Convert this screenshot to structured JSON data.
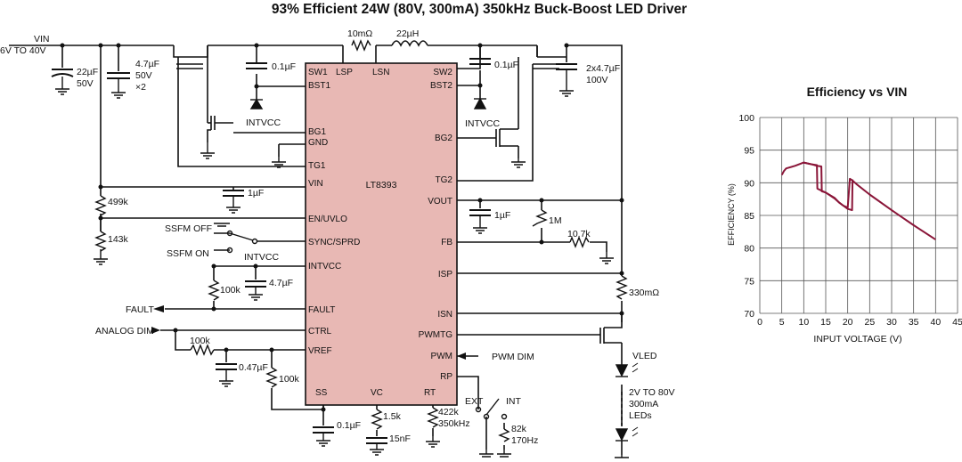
{
  "title": "93% Efficient 24W (80V, 300mA) 350kHz Buck-Boost LED Driver",
  "ic": {
    "name": "LT8393",
    "left_pins": [
      "SW1",
      "LSP",
      "LSN",
      "BST1",
      "BG1",
      "GND",
      "TG1",
      "VIN",
      "EN/UVLO",
      "SYNC/SPRD",
      "INTVCC",
      "FAULT",
      "CTRL",
      "VREF",
      "SS",
      "VC",
      "RT"
    ],
    "right_pins": [
      "SW2",
      "BST2",
      "BG2",
      "TG2",
      "VOUT",
      "FB",
      "ISP",
      "ISN",
      "PWMTG",
      "PWM",
      "RP"
    ]
  },
  "labels": {
    "vin": "VIN",
    "vin_range": "6V TO 40V",
    "c_in1": "22µF",
    "c_in1b": "50V",
    "c_in2": "4.7µF",
    "c_in2b": "50V",
    "c_in2c": "×2",
    "r_sense": "10mΩ",
    "inductor": "22µH",
    "c_bst1": "0.1µF",
    "c_bst2": "0.1µF",
    "intvcc1": "INTVCC",
    "intvcc2": "INTVCC",
    "intvcc3": "INTVCC",
    "c_out": "2x4.7µF",
    "c_outb": "100V",
    "c_vin": "1µF",
    "r_uv1": "499k",
    "r_uv2": "143k",
    "ssfm_off": "SSFM OFF",
    "ssfm_on": "SSFM ON",
    "r_fault": "100k",
    "c_intvcc": "4.7µF",
    "fault": "FAULT",
    "analog_dim": "ANALOG DIM",
    "r_ctrl": "100k",
    "c_vref": "0.47µF",
    "r_vref": "100k",
    "c_ss": "0.1µF",
    "r_vc": "1.5k",
    "c_vc": "15nF",
    "r_rt": "422k",
    "f_rt": "350kHz",
    "c_vout": "1µF",
    "r_fb1": "1M",
    "r_fb2": "10.7k",
    "r_led": "330mΩ",
    "pwm_dim": "PWM DIM",
    "vled": "VLED",
    "led_v": "2V TO 80V",
    "led_i": "300mA",
    "led_t": "LEDs",
    "ext": "EXT",
    "int": "INT",
    "r_rp": "82k",
    "f_rp": "170Hz"
  },
  "colors": {
    "ic_fill": "#e8b8b4",
    "curve": "#8a1538"
  },
  "chart_data": {
    "type": "line",
    "title": "Efficiency vs VIN",
    "xlabel": "INPUT VOLTAGE (V)",
    "ylabel": "EFFICIENCY (%)",
    "xlim": [
      0,
      45
    ],
    "ylim": [
      70,
      100
    ],
    "xticks": [
      0,
      5,
      10,
      15,
      20,
      25,
      30,
      35,
      40,
      45
    ],
    "yticks": [
      70,
      75,
      80,
      85,
      90,
      95,
      100
    ],
    "grid": true,
    "series": [
      {
        "x": [
          5,
          5.5,
          6,
          8,
          10,
          12,
          13,
          13.1,
          14,
          15,
          17,
          18,
          19,
          20,
          20.5,
          21,
          22,
          25,
          30,
          35,
          40
        ],
        "y": [
          91.2,
          91.8,
          92.2,
          92.6,
          93.1,
          92.8,
          92.7,
          89.1,
          88.8,
          88.5,
          87.7,
          87,
          86.5,
          86.2,
          90.6,
          90.4,
          89.8,
          88.2,
          85.8,
          83.5,
          81.3
        ]
      },
      {
        "x": [
          10,
          12,
          13,
          14,
          14.1,
          15,
          17,
          18,
          19,
          20,
          21,
          21.1
        ],
        "y": [
          93.1,
          92.8,
          92.6,
          92.5,
          88.7,
          88.5,
          87.6,
          87,
          86.5,
          86,
          85.8,
          90.5
        ]
      }
    ]
  }
}
